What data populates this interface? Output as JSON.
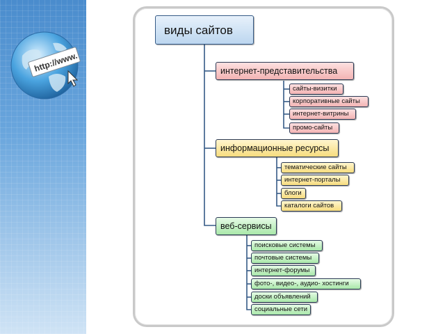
{
  "diagram": {
    "root": "виды сайтов",
    "categories": [
      {
        "label": "интернет-представительства",
        "color": "#f3b4b4",
        "items": [
          "сайты-визитки",
          "корпоративные сайты",
          "интернет-витрины",
          "промо-сайты"
        ]
      },
      {
        "label": "информационные ресурсы",
        "color": "#f7dc7e",
        "items": [
          "тематические сайты",
          "интернет-порталы",
          "блоги",
          "каталоги сайтов"
        ]
      },
      {
        "label": "веб-сервисы",
        "color": "#a9e8a9",
        "items": [
          "поисковые системы",
          "почтовые системы",
          "интернет-форумы",
          "фото-, видео-, аудио- хостинги",
          "доски объявлений",
          "социальные сети"
        ]
      }
    ]
  },
  "decor": {
    "globe_text": "http://www.",
    "icon": "globe-icon",
    "sidebar_color": "#5b9bd5"
  }
}
